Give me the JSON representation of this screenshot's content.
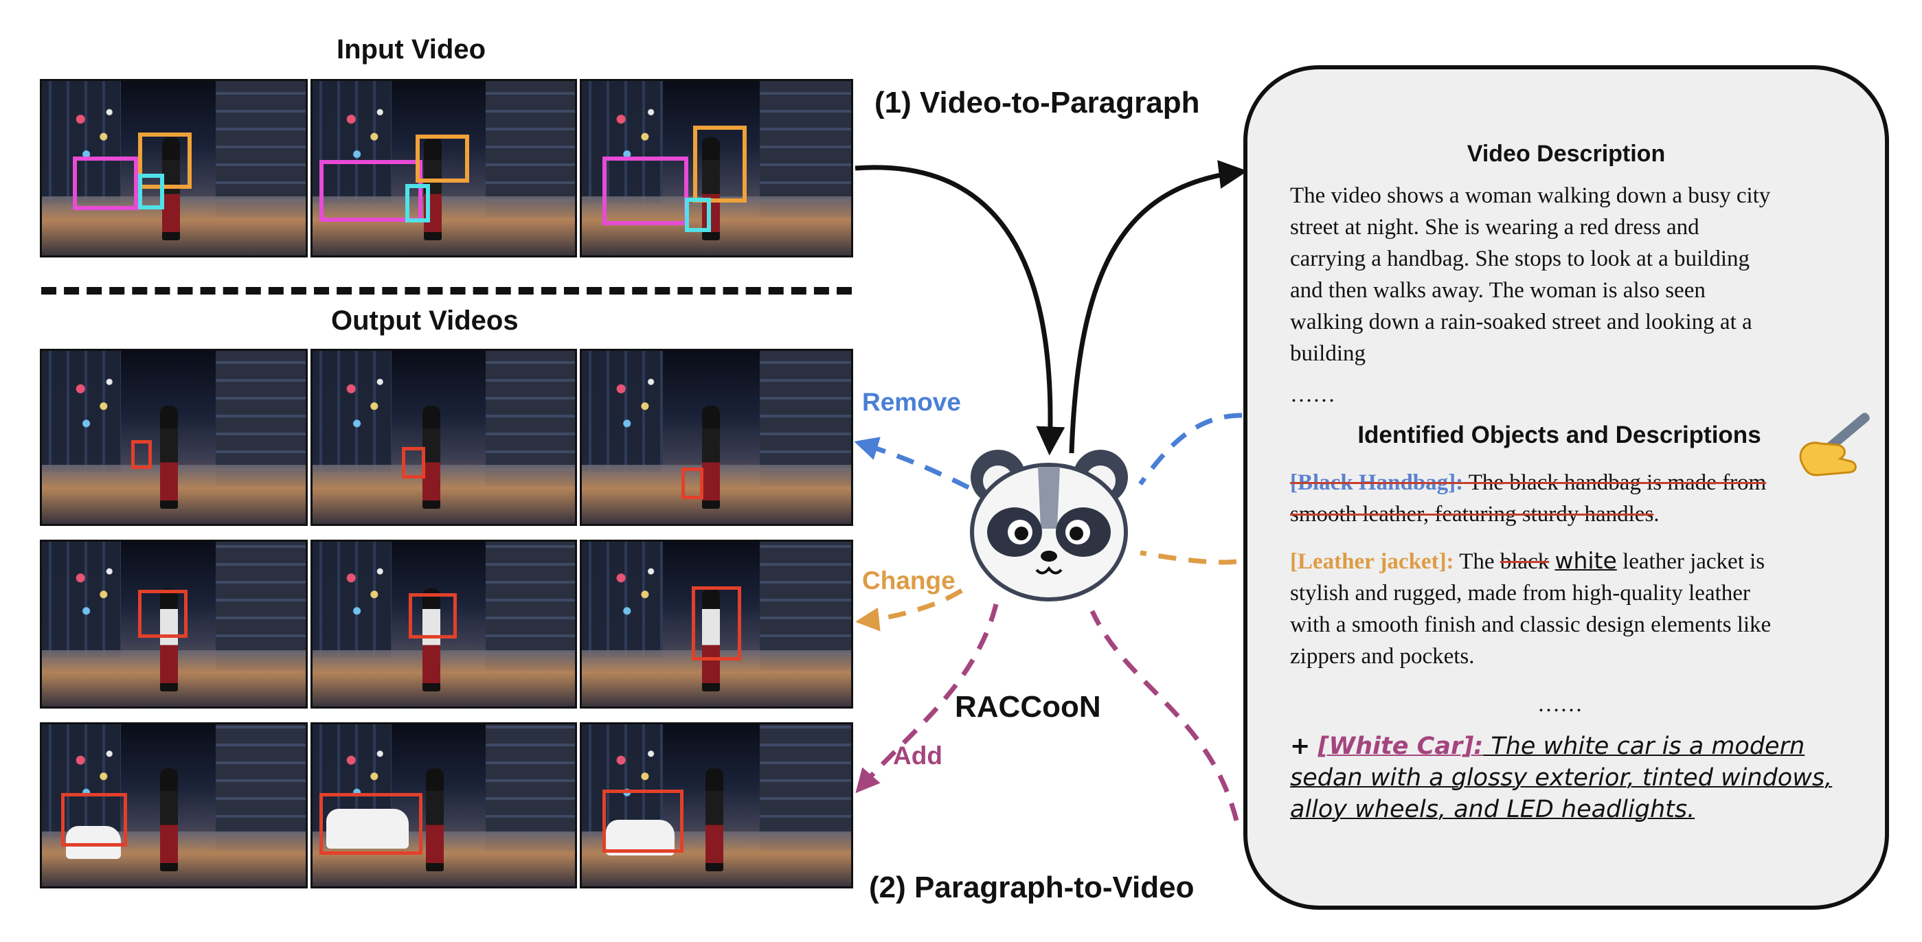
{
  "left": {
    "input_title": "Input Video",
    "output_title": "Output Videos"
  },
  "flow": {
    "step1": "(1) Video-to-Paragraph",
    "step2": "(2) Paragraph-to-Video",
    "model_name": "RACCooN",
    "remove": "Remove",
    "change": "Change",
    "add": "Add"
  },
  "panel": {
    "desc_title": "Video Description",
    "desc_lines": [
      "The video shows a woman walking down a busy city",
      "street at night. She is wearing a red dress and",
      "carrying a handbag. She stops to look at a building",
      "and then walks away. The woman is also seen",
      "walking down a rain-soaked street and looking at a",
      "building"
    ],
    "ellipsis1": "……",
    "objects_title": "Identified Objects and Descriptions",
    "obj1_tag": "[Black Handbag]:",
    "obj1_text_a": " The black handbag is made from",
    "obj1_text_b": "smooth leather, featuring sturdy handles",
    "obj1_period": ".",
    "obj2_tag": "[Leather jacket]:",
    "obj2_the": " The ",
    "obj2_struck": "black",
    "obj2_new": "white",
    "obj2_rest": " leather jacket is",
    "obj2_lines": [
      "stylish and rugged, made from high-quality leather",
      "with a smooth finish and classic design elements like",
      "zippers and pockets."
    ],
    "ellipsis2": "……",
    "add_plus": "+",
    "obj3_tag": "[White Car]:",
    "obj3_text_a": " The white car is a modern",
    "obj3_lines": [
      "sedan with a glossy exterior, tinted windows,",
      "alloy wheels, and LED headlights."
    ]
  },
  "colors": {
    "remove": "#4a7fd6",
    "change": "#de9c45",
    "add": "#a4457e",
    "box_magenta": "#e84bd6",
    "box_orange": "#f0a23a",
    "box_cyan": "#4fe2e8",
    "box_red": "#e3402a"
  },
  "icons": [
    "raccoon-mascot-icon",
    "writing-hand-icon"
  ]
}
